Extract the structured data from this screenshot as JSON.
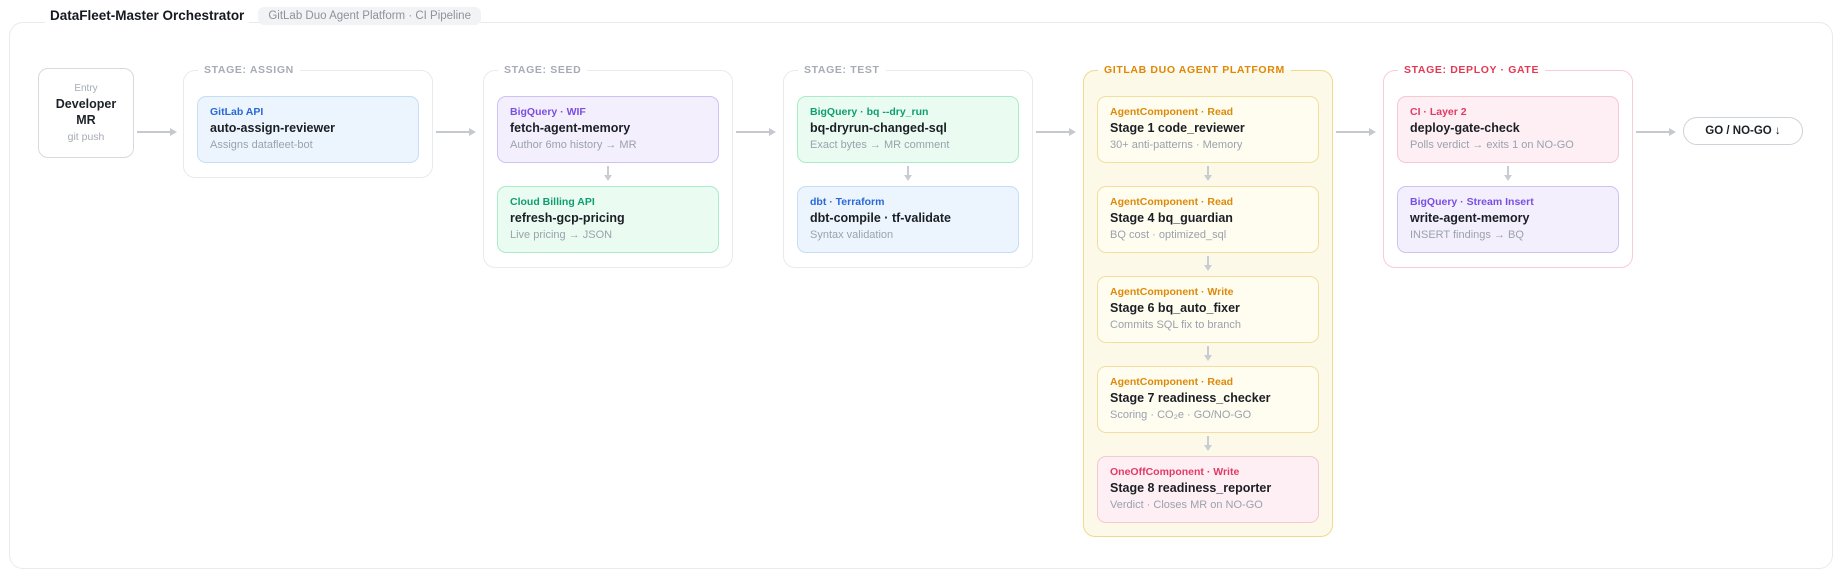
{
  "header": {
    "title": "DataFleet-Master Orchestrator",
    "badge": "GitLab Duo Agent Platform · CI Pipeline"
  },
  "entry": {
    "kicker": "Entry",
    "title_line1": "Developer",
    "title_line2": "MR",
    "sub": "git push"
  },
  "final": {
    "label": "GO / NO-GO ↓"
  },
  "stages": [
    {
      "legend": "STAGE: ASSIGN",
      "cards": [
        {
          "label": "GitLab API",
          "title": "auto-assign-reviewer",
          "sub": "Assigns datafleet-bot"
        }
      ]
    },
    {
      "legend": "STAGE: SEED",
      "cards": [
        {
          "label": "BigQuery · WIF",
          "title": "fetch-agent-memory",
          "sub": "Author 6mo history → MR"
        },
        {
          "label": "Cloud Billing API",
          "title": "refresh-gcp-pricing",
          "sub": "Live pricing → JSON"
        }
      ]
    },
    {
      "legend": "STAGE: TEST",
      "cards": [
        {
          "label": "BigQuery · bq --dry_run",
          "title": "bq-dryrun-changed-sql",
          "sub": "Exact bytes → MR comment"
        },
        {
          "label": "dbt · Terraform",
          "title": "dbt-compile · tf-validate",
          "sub": "Syntax validation"
        }
      ]
    },
    {
      "legend": "GITLAB DUO AGENT PLATFORM",
      "cards": [
        {
          "label": "AgentComponent · Read",
          "title": "Stage 1 code_reviewer",
          "sub": "30+ anti-patterns · Memory"
        },
        {
          "label": "AgentComponent · Read",
          "title": "Stage 4 bq_guardian",
          "sub": "BQ cost · optimized_sql"
        },
        {
          "label": "AgentComponent · Write",
          "title": "Stage 6 bq_auto_fixer",
          "sub": "Commits SQL fix to branch"
        },
        {
          "label": "AgentComponent · Read",
          "title": "Stage 7 readiness_checker",
          "sub": "Scoring · CO₂e · GO/NO-GO"
        },
        {
          "label": "OneOffComponent · Write",
          "title": "Stage 8 readiness_reporter",
          "sub": "Verdict · Closes MR on NO-GO"
        }
      ]
    },
    {
      "legend": "STAGE: DEPLOY · GATE",
      "cards": [
        {
          "label": "CI · Layer 2",
          "title": "deploy-gate-check",
          "sub": "Polls verdict → exits 1 on NO-GO"
        },
        {
          "label": "BigQuery · Stream Insert",
          "title": "write-agent-memory",
          "sub": "INSERT findings → BQ"
        }
      ]
    }
  ],
  "colors": {
    "blue": "#2968d8",
    "purple": "#7a4ee2",
    "green": "#0e9e6f",
    "orange": "#dc8a0a",
    "rose": "#e23a68",
    "duo_panel_bg": "#fdf9e8",
    "duo_panel_border": "#f0d890",
    "gate_legend": "#e23a55",
    "arrow": "#c5c9cf"
  }
}
